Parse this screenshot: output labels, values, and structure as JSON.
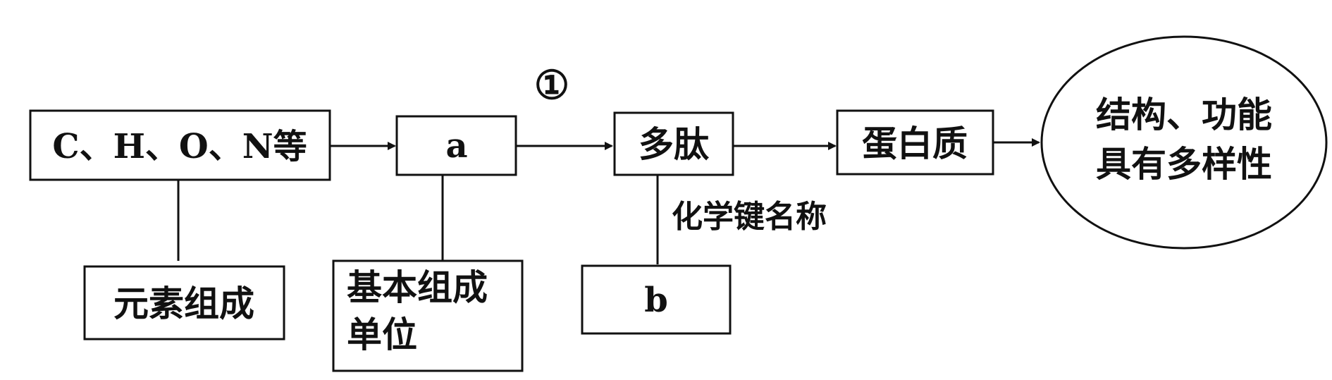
{
  "diagram": {
    "elements_box": "C、H、O、N等",
    "unit_box": "a",
    "step_marker": "①",
    "polypeptide_box": "多肽",
    "protein_box": "蛋白质",
    "diversity_ellipse": {
      "line1": "结构、功能",
      "line2": "具有多样性"
    },
    "element_composition_label": "元素组成",
    "basic_unit_label": {
      "line1": "基本组成",
      "line2": "单位"
    },
    "bond_name_label": "化学键名称",
    "bond_box": "b"
  }
}
